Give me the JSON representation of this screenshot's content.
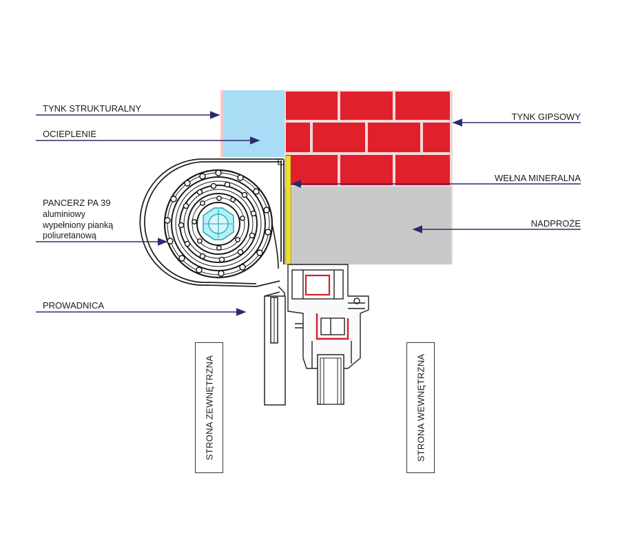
{
  "labels": {
    "tynk_strukturalny": "TYNK STRUKTURALNY",
    "ocieplenie": "OCIEPLENIE",
    "pancerz_line1": "PANCERZ PA 39",
    "pancerz_line2": "aluminiowy",
    "pancerz_line3": "wypełniony pianką",
    "pancerz_line4": "poliuretanową",
    "prowadnica": "PROWADNICA",
    "tynk_gipsowy": "TYNK GIPSOWY",
    "welna_mineralna": "WEŁNA MINERALNA",
    "nadproze": "NADPROŻE",
    "strona_zewnetrzna": "STRONA ZEWNĘTRZNA",
    "strona_wewnetrzna": "STRONA WEWNĘTRZNA"
  },
  "colors": {
    "leader_line": "#2e2a6e",
    "brick": "#e0202a",
    "mortar": "#f4dada",
    "insulation": "#a9dcf5",
    "lintel": "#c9c9c9",
    "mineral_wool": "#f2e21a",
    "seal": "#d4202a"
  }
}
